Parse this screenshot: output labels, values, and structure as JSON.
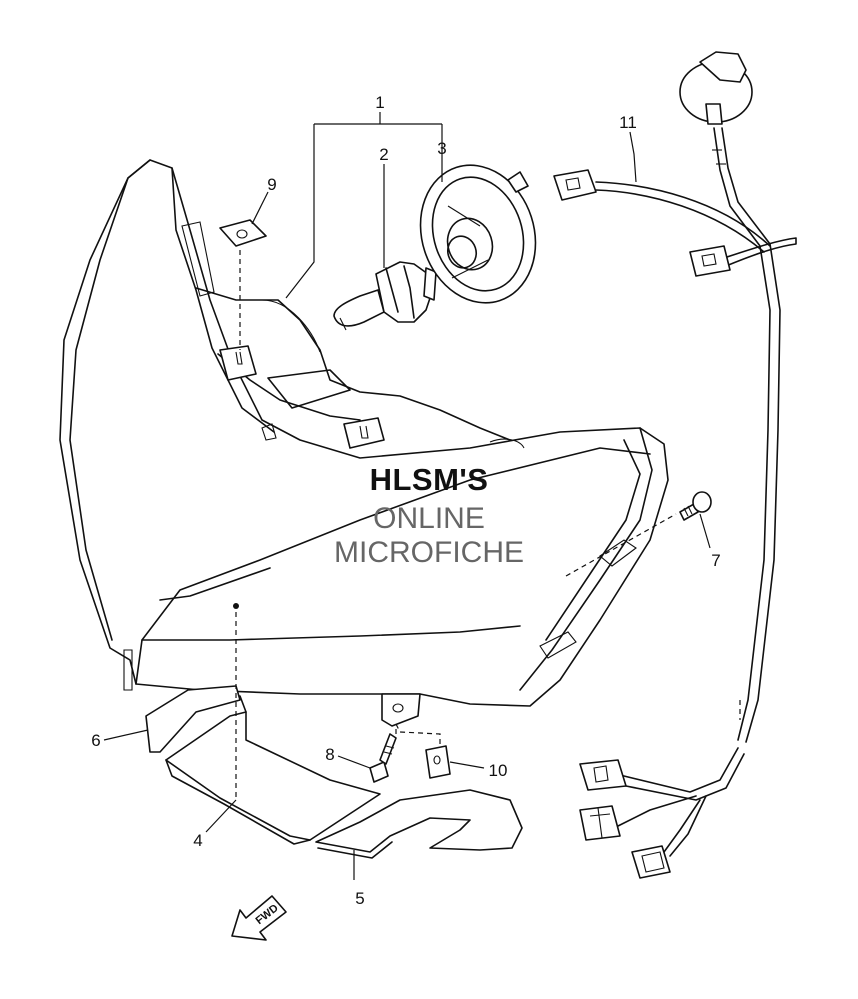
{
  "diagram": {
    "watermark": {
      "line1": "HLSM'S",
      "line2": "ONLINE",
      "line3": "MICROFICHE"
    },
    "callouts": {
      "p1": "1",
      "p2": "2",
      "p3": "3",
      "p4": "4",
      "p5": "5",
      "p6": "6",
      "p7": "7",
      "p8": "8",
      "p9": "9",
      "p10": "10",
      "p11": "11"
    },
    "fwd_arrow": "FWD"
  }
}
